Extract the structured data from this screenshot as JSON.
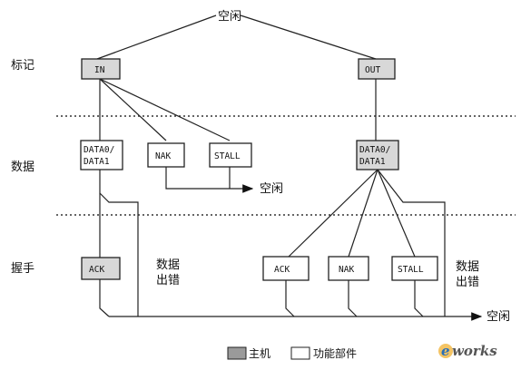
{
  "top_idle": "空闲",
  "stages": {
    "token": "标记",
    "data": "数据",
    "handshake": "握手"
  },
  "tokens": {
    "in": "IN",
    "out": "OUT"
  },
  "data_packets": {
    "in_data_line1": "DATA0/",
    "in_data_line2": "DATA1",
    "out_data_line1": "DATA0/",
    "out_data_line2": "DATA1"
  },
  "data_handshakes": {
    "nak": "NAK",
    "stall": "STALL"
  },
  "data_idle": "空闲",
  "handshakes": {
    "in_ack": "ACK",
    "out_ack": "ACK",
    "out_nak": "NAK",
    "out_stall": "STALL"
  },
  "data_error_left": {
    "line1": "数据",
    "line2": "出错"
  },
  "data_error_right": {
    "line1": "数据",
    "line2": "出错"
  },
  "bottom_idle": "空闲",
  "legend": {
    "host": "主机",
    "function": "功能部件"
  },
  "watermark": {
    "prefix": "e",
    "suffix": "works"
  }
}
